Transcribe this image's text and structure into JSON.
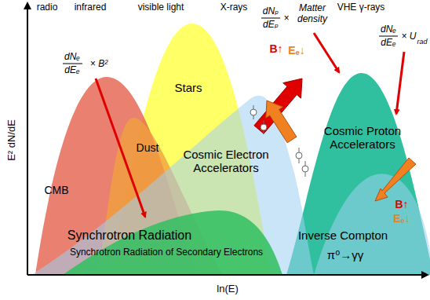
{
  "diagram": {
    "nodes": [
      {
        "text": [
          "Stars"
        ]
      },
      {
        "text": [
          "Dust"
        ]
      },
      {
        "text": [
          "CMB"
        ]
      },
      {
        "text": [
          "Cosmic Electron Accelerators"
        ]
      },
      {
        "text": [
          "Cosmic Proton Accelerators"
        ]
      },
      {
        "text": [
          "Synchrotron Radiation of Secondary Electrons"
        ]
      }
    ],
    "labels": [
      "radio",
      "infrared",
      "visible light",
      "X-rays",
      "VHE γ-rays",
      "E² dN/dE",
      "ln(E)",
      "dNₑ",
      "dEₑ",
      "× B²",
      "dNₚ",
      "dEₚ",
      "×",
      "Matter density",
      "dNₑ",
      "dEₑ",
      "× U",
      "rad",
      "B↑",
      "Eₑ↓",
      "Synchrotron Radiation",
      "Inverse Compton",
      "π⁰→γγ",
      "B↑",
      "Eₑ↓"
    ]
  }
}
